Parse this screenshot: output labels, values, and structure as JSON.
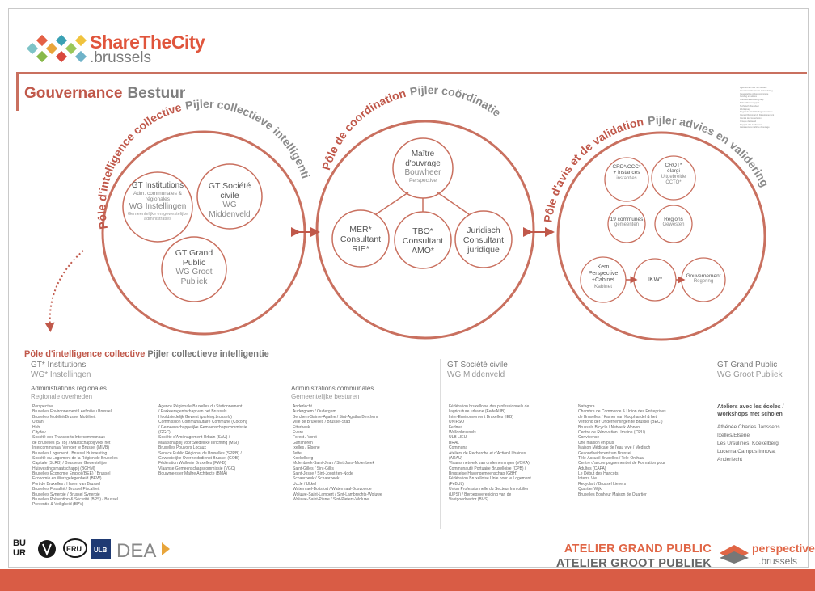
{
  "brand": {
    "name": "ShareTheCity",
    "city": ".brussels"
  },
  "heading": {
    "fr": "Gouvernance",
    "nl": "Bestuur"
  },
  "poles": {
    "p1": {
      "fr": "Pôle d'intelligence collective",
      "nl": "Pijler collectieve intelligentie"
    },
    "p2": {
      "fr": "Pôle de coordination",
      "nl": "Pijler coördinatie"
    },
    "p3": {
      "fr": "Pôle d'avis et de validation",
      "nl": "Pijler advies en validering"
    }
  },
  "pole1": {
    "gt_inst": {
      "title": "GT Institutions",
      "fr_sub": "Adm. communales & régionales",
      "nl": "WG Instellingen",
      "nl_sub": "Gemeentelijke en gewestelijke administraties"
    },
    "gt_soc": {
      "title": "GT Société civile",
      "nl": "WG Middenveld"
    },
    "gt_gp": {
      "title": "GT Grand Public",
      "nl": "WG Groot Publiek"
    }
  },
  "pole2": {
    "maitre": {
      "fr": "Maître d'ouvrage",
      "nl": "Bouwheer",
      "sub": "Perspective"
    },
    "mer": {
      "a": "MER*",
      "b": "Consultant",
      "c": "RIE*"
    },
    "tbo": {
      "a": "TBO*",
      "b": "Consultant",
      "c": "AMO*"
    },
    "jur": {
      "a": "Juridisch",
      "b": "Consultant",
      "c": "juridique"
    }
  },
  "pole3": {
    "crd": {
      "a": "CRD*/CCC*",
      "b": "+ instances",
      "c": "instanties"
    },
    "crot": {
      "a": "CROT*",
      "b": "élargi",
      "c": "Uitgebreide",
      "d": "CCTO*"
    },
    "communes": {
      "a": "19 communes",
      "b": "gemeenten"
    },
    "regions": {
      "a": "Régions",
      "b": "Gewesten"
    },
    "kern": {
      "a": "Kern",
      "b": "Perspective",
      "c": "+Cabinet",
      "d": "Kabinet"
    },
    "ikw": "IKW*",
    "gouv": {
      "a": "Gouvernement",
      "b": "Regering"
    }
  },
  "legend_lines": [
    "Agentschap voor het Gewest",
    "Commissie Regionale Ontwikkeling",
    "Gewestelijke Adviescommissie",
    "Overleg en advies",
    "Interkabinettenwerkgroep",
    "Milieueffectenrapport",
    "Technisch Bouwheer",
    "Werkgroep",
    "Regionale Ontwikkelingscommissie",
    "Conseil Régional du Développement",
    "Comité de concertation",
    "Groupe de travail",
    "Rapport des incidences",
    "Assistance à maîtrise d'ouvrage"
  ],
  "section": {
    "fr": "Pôle d'intelligence collective",
    "nl": "Pijler collectieve intelligentie"
  },
  "col1": {
    "title": "GT* Institutions",
    "nl": "WG* Instellingen",
    "sub_fr": "Administrations régionales",
    "sub_nl": "Regionale overheden"
  },
  "col1_list_a": [
    "Perspective",
    "Bruxelles Environnement/Leefmilieu Brussel",
    "Bruxelles Mobilité/Brussel Mobiliteit",
    "Urban",
    "Hub",
    "Citydev",
    "Société des Transports Intercommunaux",
    "de Bruxelles (STIB) / Maatschappij voor het",
    "Intercommunaal Vervoer te Brussel (MIVB)",
    "Bruxelles Logement / Brussel Huisvesting",
    "Société du Logement de la Région de Bruxelles-",
    "Capitale (SLRB) / Brusselse Gewestelijke",
    "Huisvestingsmaatschappij (BGHM)",
    "Bruxelles Économie Emploi (BEE) / Brussel",
    "Economie en Werkgelegenheid (BEW)",
    "Port de Bruxelles / Haven van Brussel",
    "Bruxelles Fiscalité / Brussel Fiscaliteit",
    "Bruxelles Synergie / Brussel Synergie",
    "Bruxelles Prévention & Sécurité (BPS) / Brussel",
    "Preventie & Veiligheid (BPV)"
  ],
  "col1_list_b": [
    "Agence Régionale Bruxelles du Stationnement",
    "/ Parkeeragentschap van het Brussels",
    "Hoofdstedelijk Gewest (parking.brussels)",
    "Commission Communautaire Commune (Cocom)",
    "/ Gemeenschappelijke Gemeenschapscommissie",
    "(GGC)",
    "Société d'Aménagement Urbain (SAU) /",
    "Maatschappij voor Stedelijke Inrichting (MSI)",
    "Bruxelles Pouvoirs Locaux",
    "Service Public Régional de Bruxelles (SPRB) /",
    "Gewestelijke Overheidsdienst Brussel (GOB)",
    "Fédération Wallonie Bruxelles (FW-B)",
    "Vlaamse Gemeenschapscommissie (VGC)",
    "Bouwmeester Maître Architecte (BMA)"
  ],
  "col2": {
    "title": "Administrations communales",
    "nl": "Gemeentelijke besturen"
  },
  "col2_list": [
    "Anderlecht",
    "Auderghem / Oudergem",
    "Berchem-Sainte-Agathe / Sint-Agatha-Berchem",
    "Ville de Bruxelles / Brussel-Stad",
    "Etterbeek",
    "Evere",
    "Forest / Vorst",
    "Ganshoren",
    "Ixelles / Elsene",
    "Jette",
    "Koekelberg",
    "Molenbeek-Saint-Jean / Sint-Jans-Molenbeek",
    "Saint-Gilles / Sint-Gillis",
    "Saint-Josse / Sint-Joost-ten-Node",
    "Schaerbeek / Schaarbeek",
    "Uccle / Ukkel",
    "Watermael-Boitsfort / Watermaal-Bosvoorde",
    "Woluwe-Saint-Lambert / Sint-Lambrechts-Woluwe",
    "Woluwe-Saint-Pierre / Sint-Pieters-Woluwe"
  ],
  "col3": {
    "title": "GT Société civile",
    "nl": "WG Middenveld"
  },
  "col3_list_a": [
    "Fédération bruxelloise des professionnels de",
    "l'agriculture urbaine (FedeAUB)",
    "Inter-Environnement Bruxelles (IEB)",
    "UNIPSO",
    "Fedmut",
    "Wallonbrussels",
    "ULB LIEU",
    "BRAL",
    "Communa",
    "Ateliers de Recherche et d'Action Urbaines",
    "(ARAU)",
    "Vlaams netwerk van ondernemingen (VOKA)",
    "Communauté Portuaire Bruxelloise (CPB) /",
    "Brusselse Havengemeenschap (GBH)",
    "Fédération Bruxelloise Unie pour le Logement",
    "(FéBUL)",
    "Union Professionnelle du Secteur Immobilier",
    "(UPSI) / Beroepsvereniging van de",
    "Vastgoedsector (BVS)"
  ],
  "col3_list_b": [
    "Natagora",
    "Chambre de Commerce & Union des Entreprises",
    "de Bruxelles / Kamer van Koophandel & het",
    "Verbond der Ondernemingen te Brussel (BECI)",
    "Brussels Bicycle / Netwerk Wonen",
    "Centre de Rénovation Urbaine (CRU)",
    "Convivence",
    "Une maison en plus",
    "Maison Médicale de l'eau vive / Medisch",
    "Gezondheidscentrum Brussel",
    "Télé-Accueil Bruxelles / Tele-Onthaal",
    "Centre d'accompagnement et de Formation pour",
    "Adultes (CAFA)",
    "Le Début des Haricots",
    "Interra Vie",
    "Recyclart / Brussel Lievers",
    "Quartier Wijk",
    "Bruxelles Bonheur Maison de Quartier"
  ],
  "col4": {
    "title": "GT Grand Public",
    "nl": "WG Groot Publiek"
  },
  "schools_title": [
    "Ateliers avec les écoles /",
    "Workshops met scholen"
  ],
  "schools": [
    "Athénée Charles Janssens",
    "Ixelles/Elsene",
    "Les Ursulines, Koekelberg",
    "Lucerna Campus Innova,",
    "Anderlecht"
  ],
  "footer_logos": [
    "BUUR",
    "ERU",
    "ULB",
    "DEA"
  ],
  "atelier": {
    "fr": "ATELIER GRAND PUBLIC",
    "nl": "ATELIER GROOT PUBLIEK"
  },
  "perspective": {
    "name": "perspective",
    "suffix": ".brussels"
  },
  "colors": {
    "accent": "#c0584a",
    "ring": "#c9705f",
    "bar": "#d95c45"
  }
}
